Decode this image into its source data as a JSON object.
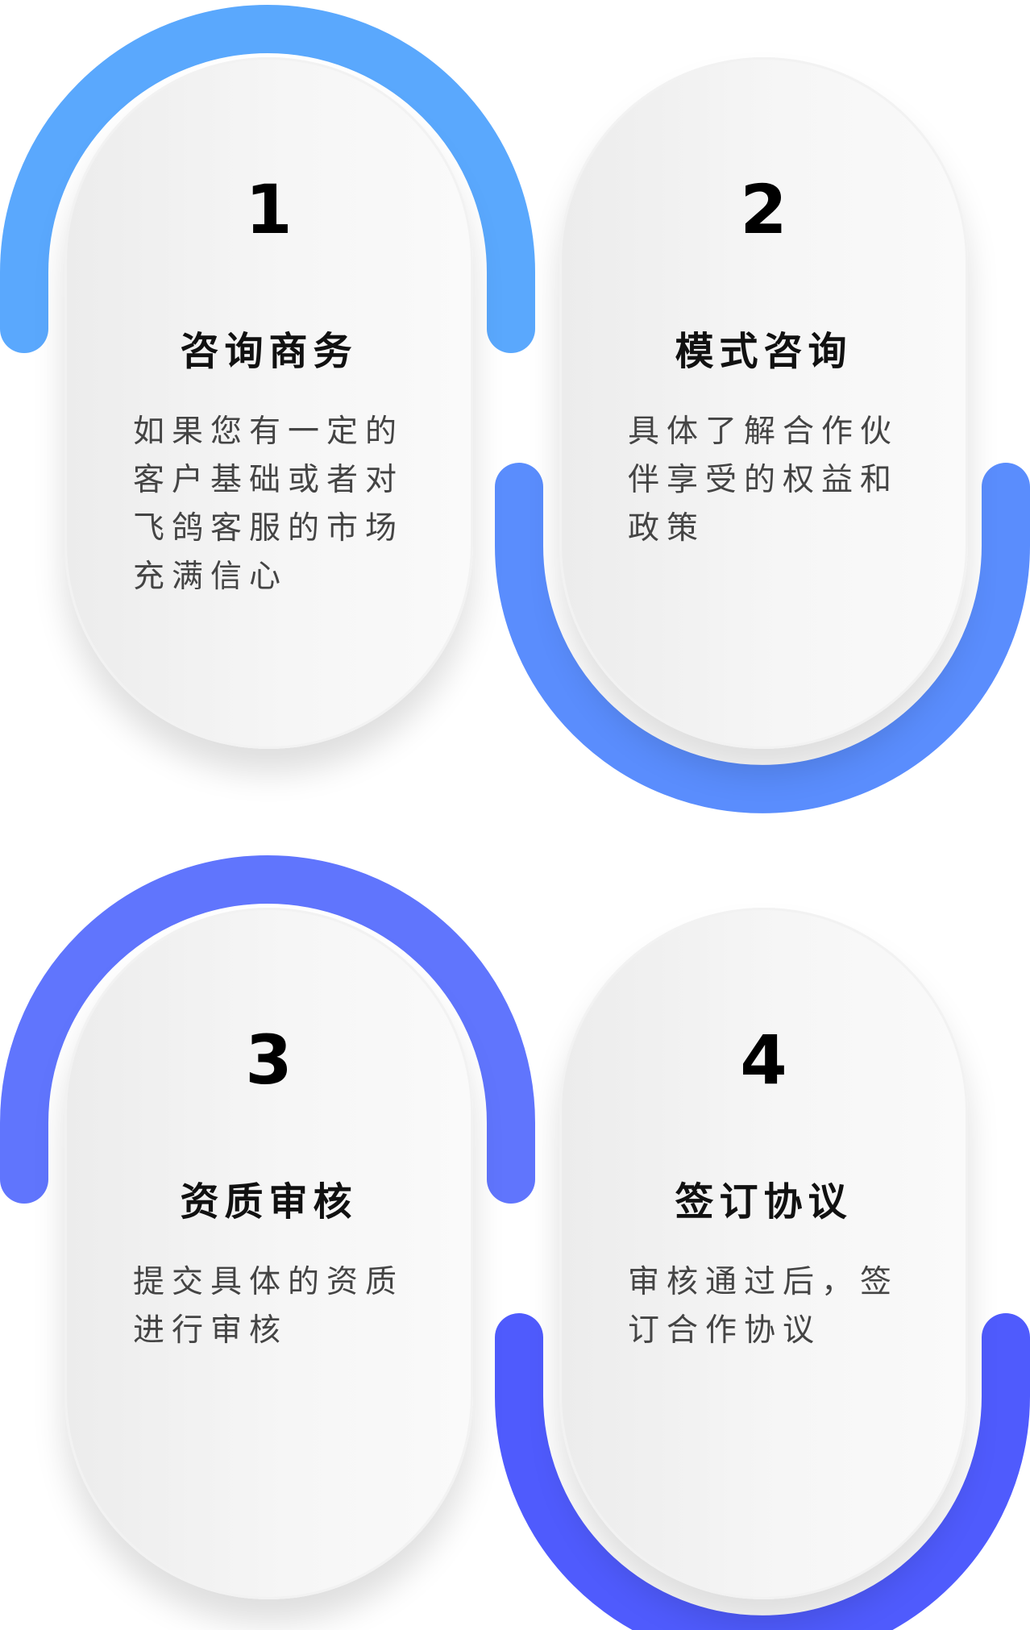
{
  "colors": {
    "step1": "#5aa8fd",
    "step2": "#5a8dfd",
    "step3": "#6075fd",
    "step4": "#4f5bfd"
  },
  "steps": [
    {
      "number": "1",
      "title": "咨询商务",
      "lines": [
        "如果您有一定的",
        "客户基础或者对",
        "飞鸽客服的市场",
        "充满信心"
      ]
    },
    {
      "number": "2",
      "title": "模式咨询",
      "lines": [
        "具体了解合作伙",
        "伴享受的权益和",
        "政策"
      ]
    },
    {
      "number": "3",
      "title": "资质审核",
      "lines": [
        "提交具体的资质",
        "进行审核"
      ]
    },
    {
      "number": "4",
      "title": "签订协议",
      "lines": [
        "审核通过后，签",
        "订合作协议"
      ]
    }
  ]
}
